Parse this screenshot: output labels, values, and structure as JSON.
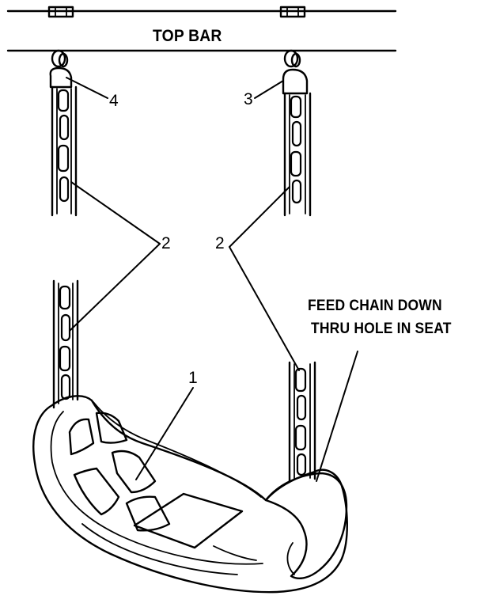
{
  "diagram": {
    "top_bar_label": "TOP BAR",
    "instruction_line1": "FEED CHAIN DOWN",
    "instruction_line2": "THRU HOLE IN SEAT",
    "callouts": {
      "seat": "1",
      "chain_left": "2",
      "chain_right": "2",
      "hook_right": "3",
      "hook_left": "4"
    }
  }
}
